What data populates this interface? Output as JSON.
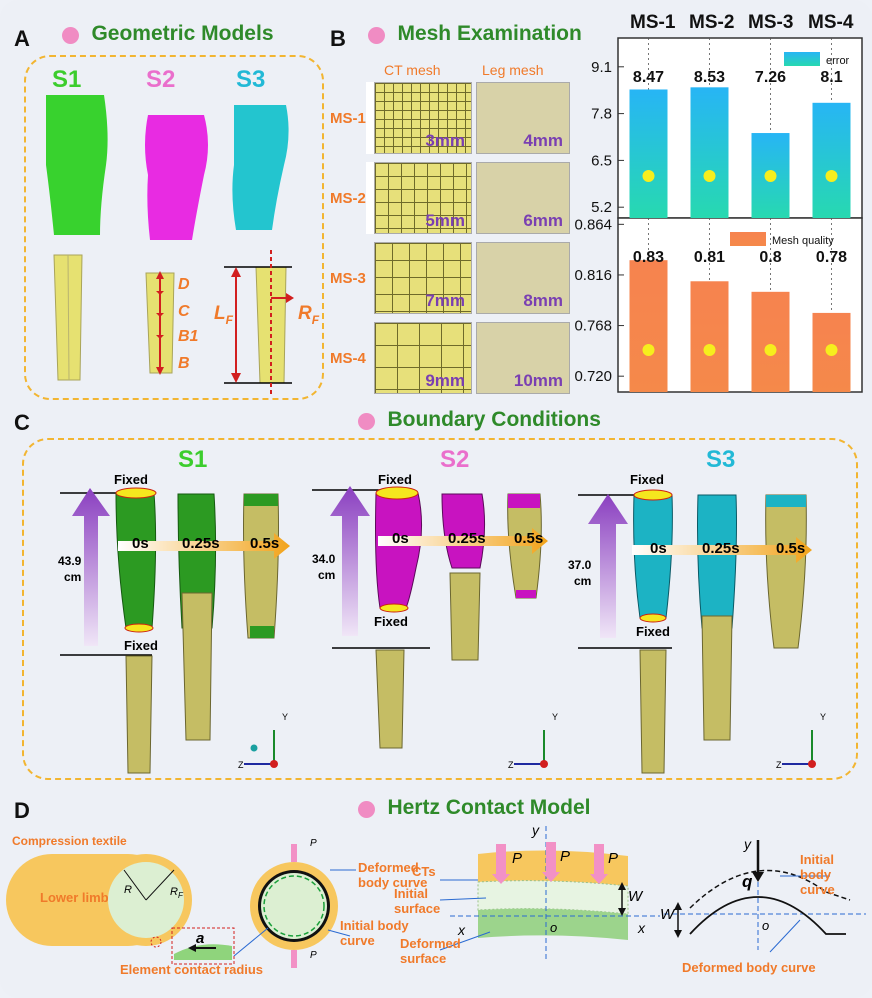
{
  "panelA": {
    "letter": "A",
    "title": "Geometric Models",
    "s1": "S1",
    "s2": "S2",
    "s3": "S3",
    "d": "D",
    "c": "C",
    "b1": "B1",
    "b": "B",
    "lf": "L",
    "lf_sub": "F",
    "rf": "R",
    "rf_sub": "F"
  },
  "panelB": {
    "letter": "B",
    "title": "Mesh Examination",
    "ct_header": "CT mesh",
    "leg_header": "Leg mesh",
    "rows": [
      {
        "label": "MS-1",
        "ct": "3mm",
        "leg": "4mm"
      },
      {
        "label": "MS-2",
        "ct": "5mm",
        "leg": "6mm"
      },
      {
        "label": "MS-3",
        "ct": "7mm",
        "leg": "8mm"
      },
      {
        "label": "MS-4",
        "ct": "9mm",
        "leg": "10mm"
      }
    ]
  },
  "chart_data": [
    {
      "type": "bar",
      "categories": [
        "MS-1",
        "MS-2",
        "MS-3",
        "MS-4"
      ],
      "values": [
        8.47,
        8.53,
        7.26,
        8.1
      ],
      "data_labels": [
        "8.47",
        "8.53",
        "7.26",
        "8.1"
      ],
      "yticks": [
        "9.1",
        "7.8",
        "6.5",
        "5.2"
      ],
      "ylim": [
        4.9,
        9.9
      ],
      "legend": "error",
      "legend_position": "top-right",
      "bar_color": "#2fb4f0",
      "grid": false
    },
    {
      "type": "bar",
      "categories": [
        "MS-1",
        "MS-2",
        "MS-3",
        "MS-4"
      ],
      "values": [
        0.83,
        0.81,
        0.8,
        0.78
      ],
      "data_labels": [
        "0.83",
        "0.81",
        "0.8",
        "0.78"
      ],
      "yticks": [
        "0.864",
        "0.816",
        "0.768",
        "0.720"
      ],
      "ylim": [
        0.705,
        0.87
      ],
      "legend": "Mesh quality",
      "legend_position": "top-right",
      "bar_color": "#f5864a",
      "grid": false
    }
  ],
  "panelC": {
    "letter": "C",
    "title": "Boundary Conditions",
    "models": [
      {
        "name": "S1",
        "height": "43.9",
        "unit": "cm",
        "fixed_top": "Fixed",
        "fixed_bottom": "Fixed"
      },
      {
        "name": "S2",
        "height": "34.0",
        "unit": "cm",
        "fixed_top": "Fixed",
        "fixed_bottom": "Fixed"
      },
      {
        "name": "S3",
        "height": "37.0",
        "unit": "cm",
        "fixed_top": "Fixed",
        "fixed_bottom": "Fixed"
      }
    ],
    "times": [
      "0s",
      "0.25s",
      "0.5s"
    ],
    "axis_y": "Y",
    "axis_z": "Z"
  },
  "panelD": {
    "letter": "D",
    "title": "Hertz Contact Model",
    "compression_textile": "Compression textile",
    "lower_limb": "Lower limb",
    "r": "R",
    "rf": "R",
    "rf_sub": "F",
    "a": "a",
    "element_contact_radius": "Element contact radius",
    "deformed_body_curve": "Deformed body curve",
    "initial_body_curve": "Initial body curve",
    "p": "P",
    "cts": "CTs",
    "initial_surface": "Initial surface",
    "deformed_surface": "Deformed surface",
    "w": "W",
    "x": "x",
    "y": "y",
    "o": "o",
    "q": "q",
    "initial_body_curve2": "Initial body curve",
    "deformed_body_curve2": "Deformed body curve"
  },
  "colors": {
    "green": "#2f8a2a",
    "pink": "#f08cc3",
    "orange": "#f07a2a",
    "purple": "#8a3fa8",
    "s1_color": "#35d42e",
    "s2_color": "#ec27e4",
    "s3_color": "#22c6d1"
  }
}
